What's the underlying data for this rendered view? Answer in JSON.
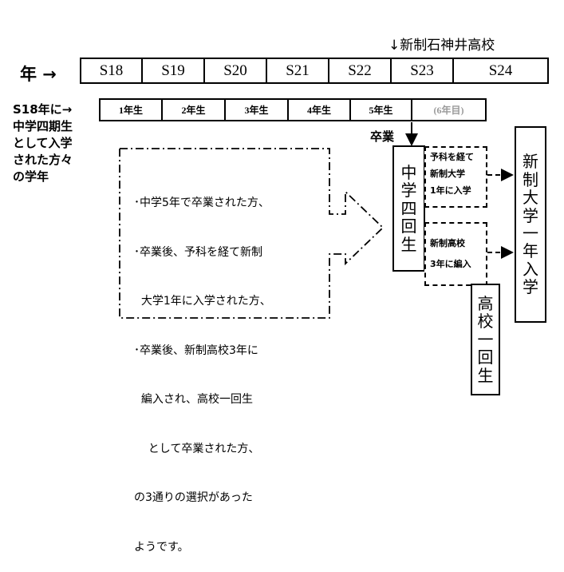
{
  "header": {
    "new_school": "↓新制石神井高校",
    "nen_label": "年 →"
  },
  "years": [
    "S18",
    "S19",
    "S20",
    "S21",
    "S22",
    "S23",
    "S24"
  ],
  "left_note": [
    "S18年に→",
    "中学四期生",
    "として入学",
    "された方々",
    "の学年"
  ],
  "grades": [
    "1年生",
    "2年生",
    "3年生",
    "4年生",
    "5年生",
    "(6年目)"
  ],
  "graduate_label": "卒業",
  "middle_school_box": [
    "中",
    "学",
    "四",
    "回",
    "生"
  ],
  "explanation": {
    "lines": [
      "･中学5年で卒業された方、",
      "･卒業後、予科を経て新制",
      "  大学1年に入学された方、",
      "･卒業後、新制高校3年に",
      "  編入され、高校一回生",
      "    として卒業された方、",
      "の3通りの選択があった",
      "ようです。"
    ]
  },
  "yoka_box": [
    "予科を経て",
    "新制大学",
    "1年に入学"
  ],
  "hs_transfer_box": [
    "新制高校",
    "3年に編入"
  ],
  "university_box": [
    "新",
    "制",
    "大",
    "学",
    "一",
    "年",
    "入",
    "学"
  ],
  "high_school_box": [
    "高",
    "校",
    "一",
    "回",
    "生"
  ]
}
